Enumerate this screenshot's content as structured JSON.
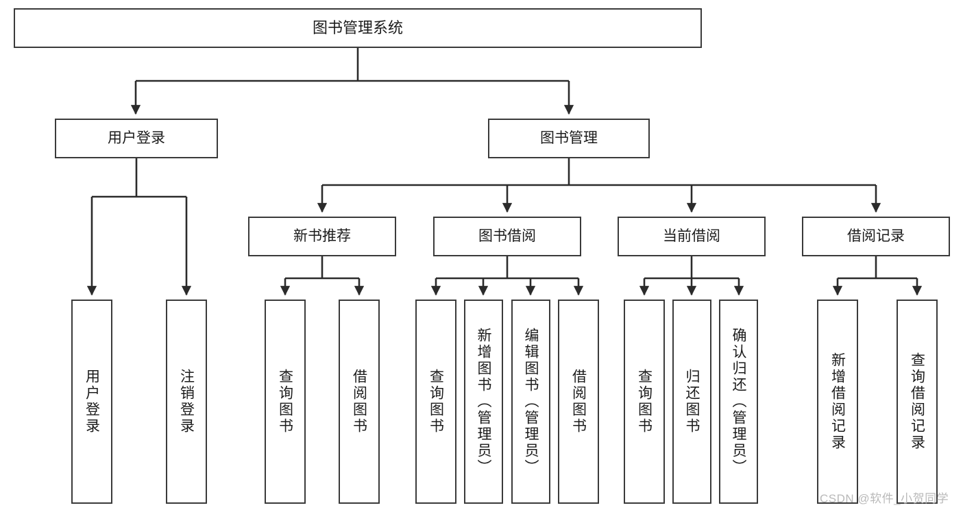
{
  "diagram": {
    "type": "hierarchy-tree",
    "title": "图书管理系统",
    "watermark": "CSDN @软件_小贺同学",
    "colors": {
      "box_border": "#3a3a3a",
      "box_fill": "#ffffff",
      "connector": "#2b2b2b",
      "text": "#1b1b1b",
      "watermark": "#b9b9b9"
    },
    "root": {
      "label": "图书管理系统"
    },
    "level2": [
      {
        "label": "用户登录"
      },
      {
        "label": "图书管理"
      }
    ],
    "level3": [
      {
        "label": "新书推荐"
      },
      {
        "label": "图书借阅"
      },
      {
        "label": "当前借阅"
      },
      {
        "label": "借阅记录"
      }
    ],
    "leaves": {
      "user_login": [
        {
          "label": "用户登录"
        },
        {
          "label": "注销登录"
        }
      ],
      "new_book_recommend": [
        {
          "label": "查询图书"
        },
        {
          "label": "借阅图书"
        }
      ],
      "book_borrow": [
        {
          "label": "查询图书"
        },
        {
          "label": "新增图书（管理员）"
        },
        {
          "label": "编辑图书（管理员）"
        },
        {
          "label": "借阅图书"
        }
      ],
      "current_borrow": [
        {
          "label": "查询图书"
        },
        {
          "label": "归还图书"
        },
        {
          "label": "确认归还（管理员）"
        }
      ],
      "borrow_record": [
        {
          "label": "新增借阅记录"
        },
        {
          "label": "查询借阅记录"
        }
      ]
    }
  }
}
